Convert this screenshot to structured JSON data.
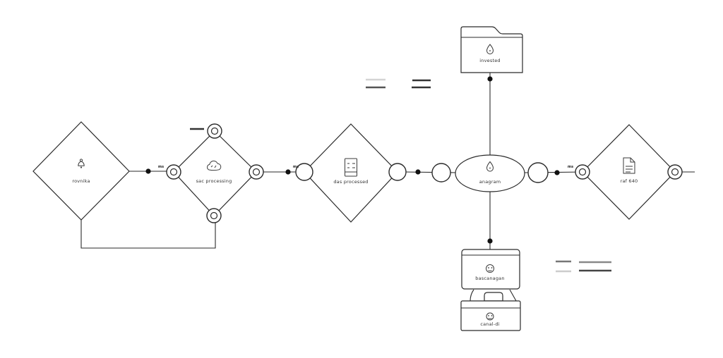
{
  "canvas": {
    "background": "#ffffff",
    "stroke_color": "#2a2a2a",
    "dot_color": "#111111",
    "text_color": "#333333"
  },
  "nodes": {
    "process_1": {
      "label": "rovnika",
      "icon": "bell-icon",
      "shape": "diamond"
    },
    "process_2": {
      "label": "sac processing",
      "icon": "cloud-icon",
      "shape": "diamond-with-ports"
    },
    "process_3": {
      "label": "das processed",
      "icon": "table-icon",
      "shape": "diamond-with-ports"
    },
    "task_oval": {
      "label": "anagram",
      "icon": "droplet-icon",
      "shape": "ellipse"
    },
    "folder_top": {
      "label": "invested",
      "icon": "droplet-icon",
      "shape": "folder"
    },
    "device_box": {
      "label": "bascanagan",
      "icon": "globe-icon",
      "shape": "box"
    },
    "folder_bottom": {
      "label": "canal-di",
      "icon": "globe-icon",
      "shape": "folder"
    },
    "process_4": {
      "label": "raf 640",
      "icon": "file-icon",
      "shape": "diamond-with-ports"
    }
  },
  "edges": {
    "e1_label": "ms",
    "e2_label": "ms",
    "e3_label": "ms"
  }
}
